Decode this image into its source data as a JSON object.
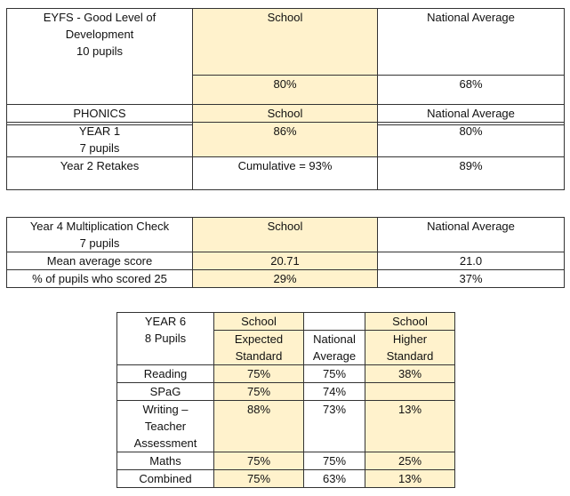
{
  "eyfs": {
    "label_lines": [
      "EYFS - Good Level of",
      "Development",
      "10 pupils"
    ],
    "school_header": "School",
    "national_header": "National Average",
    "school_value": "80%",
    "national_value": "68%"
  },
  "phonics": {
    "title": "PHONICS",
    "school_header": "School",
    "national_header": "National Average",
    "rows": [
      {
        "label_lines": [
          "YEAR 1",
          "7 pupils"
        ],
        "school": "86%",
        "national": "80%"
      },
      {
        "label_lines": [
          "Year 2 Retakes"
        ],
        "school": "Cumulative = 93%",
        "national": "89%"
      }
    ]
  },
  "multiplication": {
    "label_lines": [
      "Year 4 Multiplication Check",
      "7 pupils"
    ],
    "school_header": "School",
    "national_header": "National Average",
    "rows": [
      {
        "label": "Mean average score",
        "school": "20.71",
        "national": "21.0"
      },
      {
        "label": "% of pupils who scored 25",
        "school": "29%",
        "national": "37%"
      }
    ]
  },
  "year6": {
    "label_lines": [
      "YEAR 6",
      "8 Pupils"
    ],
    "school_header_expected": "School",
    "school_header_higher": "School",
    "expected_lines": [
      "Expected",
      "Standard"
    ],
    "national_lines": [
      "National",
      "Average"
    ],
    "higher_lines": [
      "Higher",
      "Standard"
    ],
    "rows": [
      {
        "label_lines": [
          "Reading"
        ],
        "expected": "75%",
        "national": "75%",
        "higher": "38%"
      },
      {
        "label_lines": [
          "SPaG"
        ],
        "expected": "75%",
        "national": "74%",
        "higher": ""
      },
      {
        "label_lines": [
          "Writing –",
          "Teacher",
          "Assessment"
        ],
        "expected": "88%",
        "national": "73%",
        "higher": "13%"
      },
      {
        "label_lines": [
          "Maths"
        ],
        "expected": "75%",
        "national": "75%",
        "higher": "25%"
      },
      {
        "label_lines": [
          "Combined"
        ],
        "expected": "75%",
        "national": "63%",
        "higher": "13%"
      }
    ]
  },
  "colors": {
    "school_highlight": "#fff2cc",
    "border": "#333333"
  }
}
